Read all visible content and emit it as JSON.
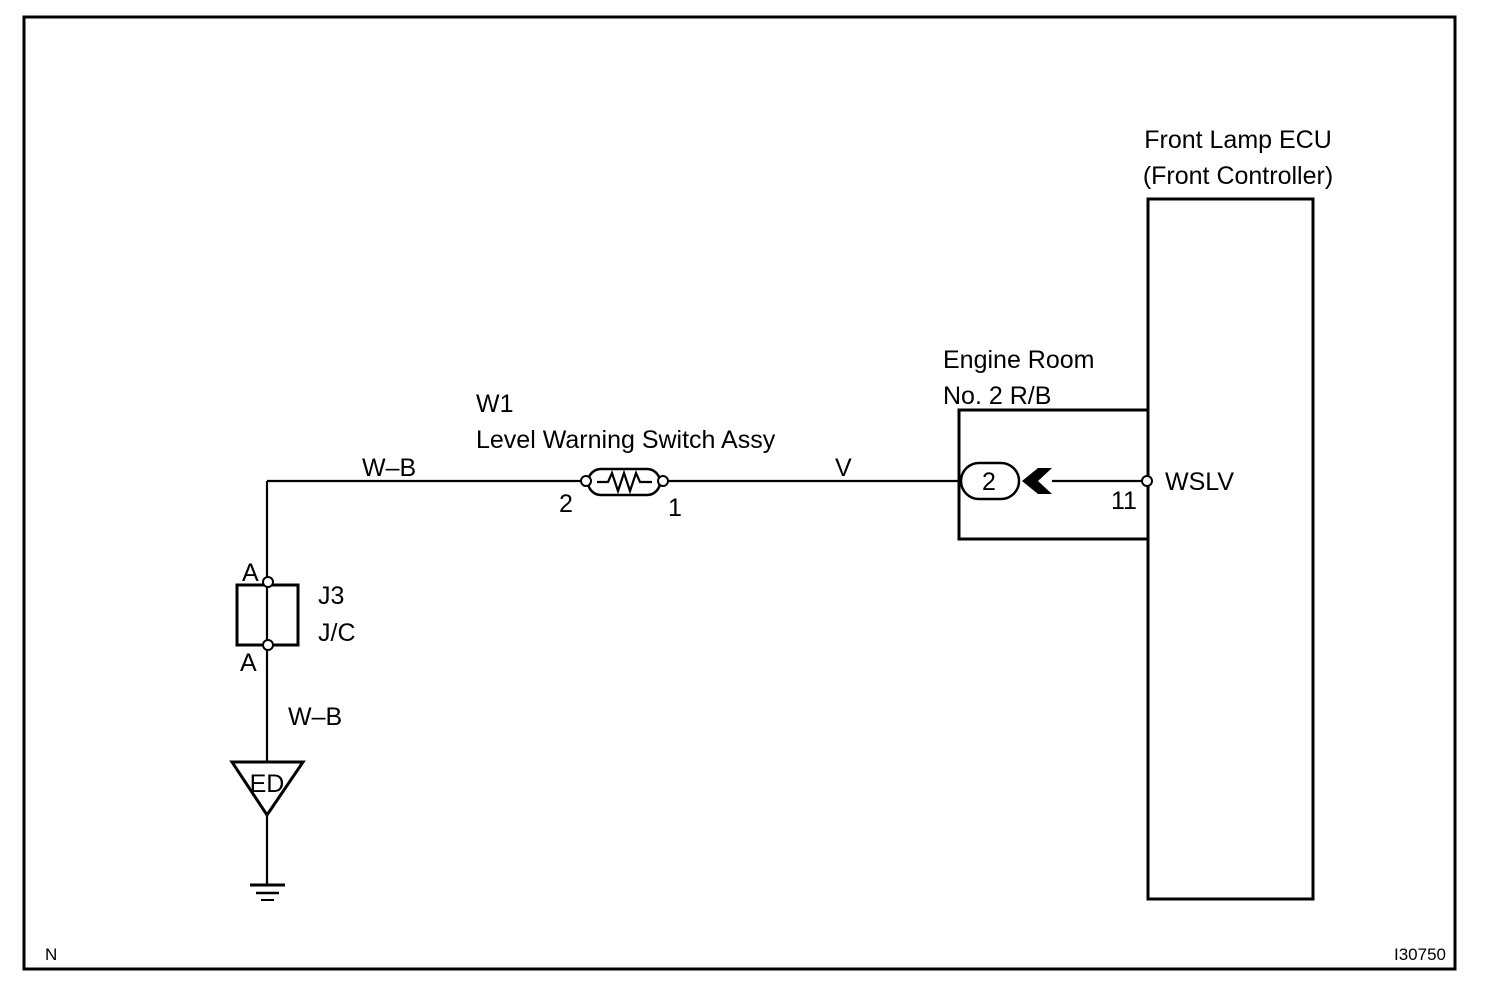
{
  "ecu": {
    "name_line1": "Front Lamp ECU",
    "name_line2": "(Front Controller)",
    "pin_number": "11",
    "pin_name": "WSLV"
  },
  "relay_block": {
    "name_line1": "Engine Room",
    "name_line2": "No. 2 R/B",
    "connector_number": "2"
  },
  "switch": {
    "code": "W1",
    "name": "Level Warning Switch Assy",
    "pin_left": "2",
    "pin_right": "1"
  },
  "junction": {
    "code": "J3",
    "name": "J/C",
    "pin_top": "A",
    "pin_bottom": "A"
  },
  "wires": {
    "top_left": "W–B",
    "middle": "V",
    "ground": "W–B"
  },
  "ground_point": "ED",
  "corner_label": "N",
  "figure_id": "I30750"
}
